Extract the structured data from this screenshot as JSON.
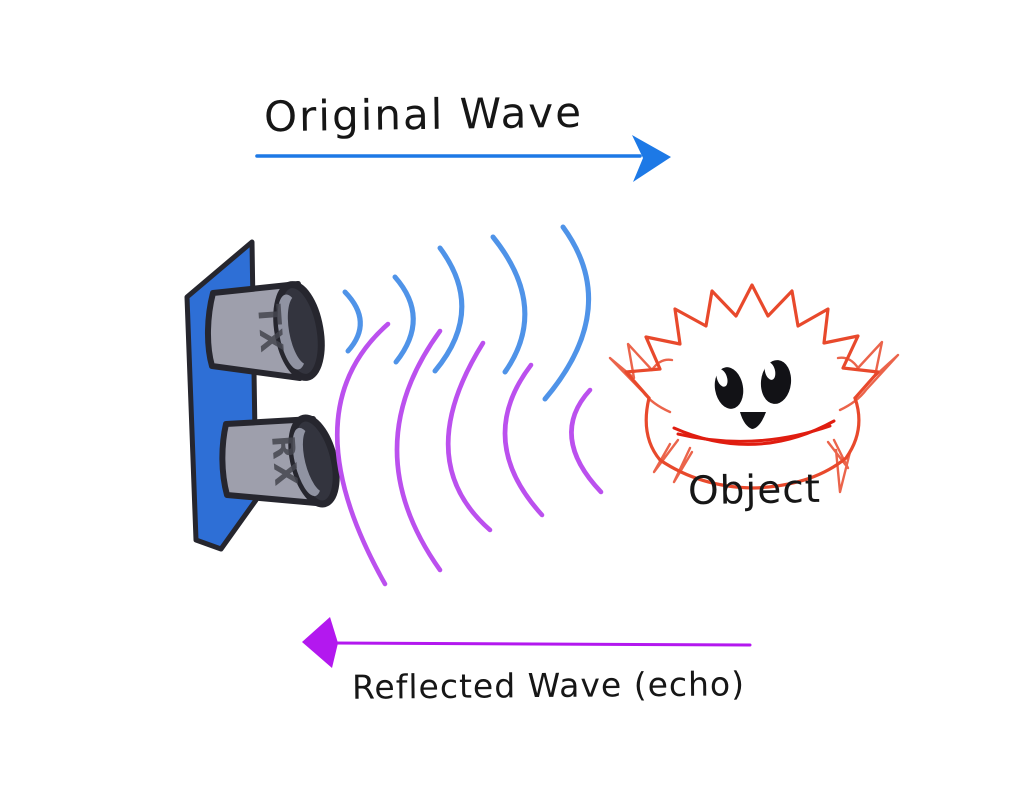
{
  "labels": {
    "original_wave": "Original Wave",
    "reflected_wave": "Reflected Wave (echo)",
    "object": "Object"
  },
  "sensor": {
    "tx_label": "TX",
    "rx_label": "RX"
  },
  "waves": {
    "original": {
      "color": "blue",
      "direction": "right",
      "arc_count": 5
    },
    "reflected": {
      "color": "magenta",
      "direction": "left",
      "arc_count": 5
    }
  },
  "colors": {
    "arrow_blue": "#1d79e6",
    "arc_blue": "#4f93e8",
    "arrow_purple": "#b318ef",
    "arc_magenta": "#bb50ee",
    "board_blue": "#2e6fd6",
    "crab_red": "#e8492c",
    "smile_red": "#e01d10",
    "ink_black": "#161616",
    "cylinder_gray": "#9e9fac",
    "cylinder_dark": "#33343e"
  }
}
